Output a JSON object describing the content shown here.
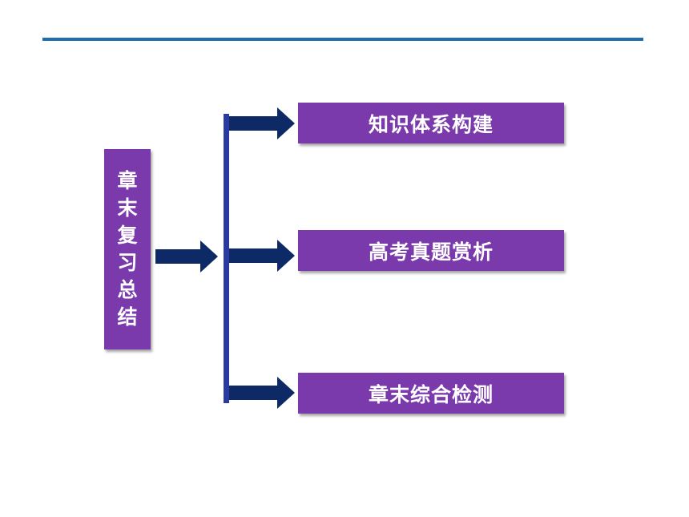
{
  "diagram": {
    "root": {
      "label_chars": [
        "章",
        "末",
        "复",
        "习",
        "总",
        "结"
      ]
    },
    "branches": [
      {
        "label": "知识体系构建"
      },
      {
        "label": "高考真题赏析"
      },
      {
        "label": "章末综合检测"
      }
    ]
  },
  "colors": {
    "box_fill": "#7b3aab",
    "box_text": "#ffffff",
    "arrow_fill": "#0d2a66",
    "bracket_line": "#2b3aa0",
    "top_rule": "#1f6fb0"
  }
}
